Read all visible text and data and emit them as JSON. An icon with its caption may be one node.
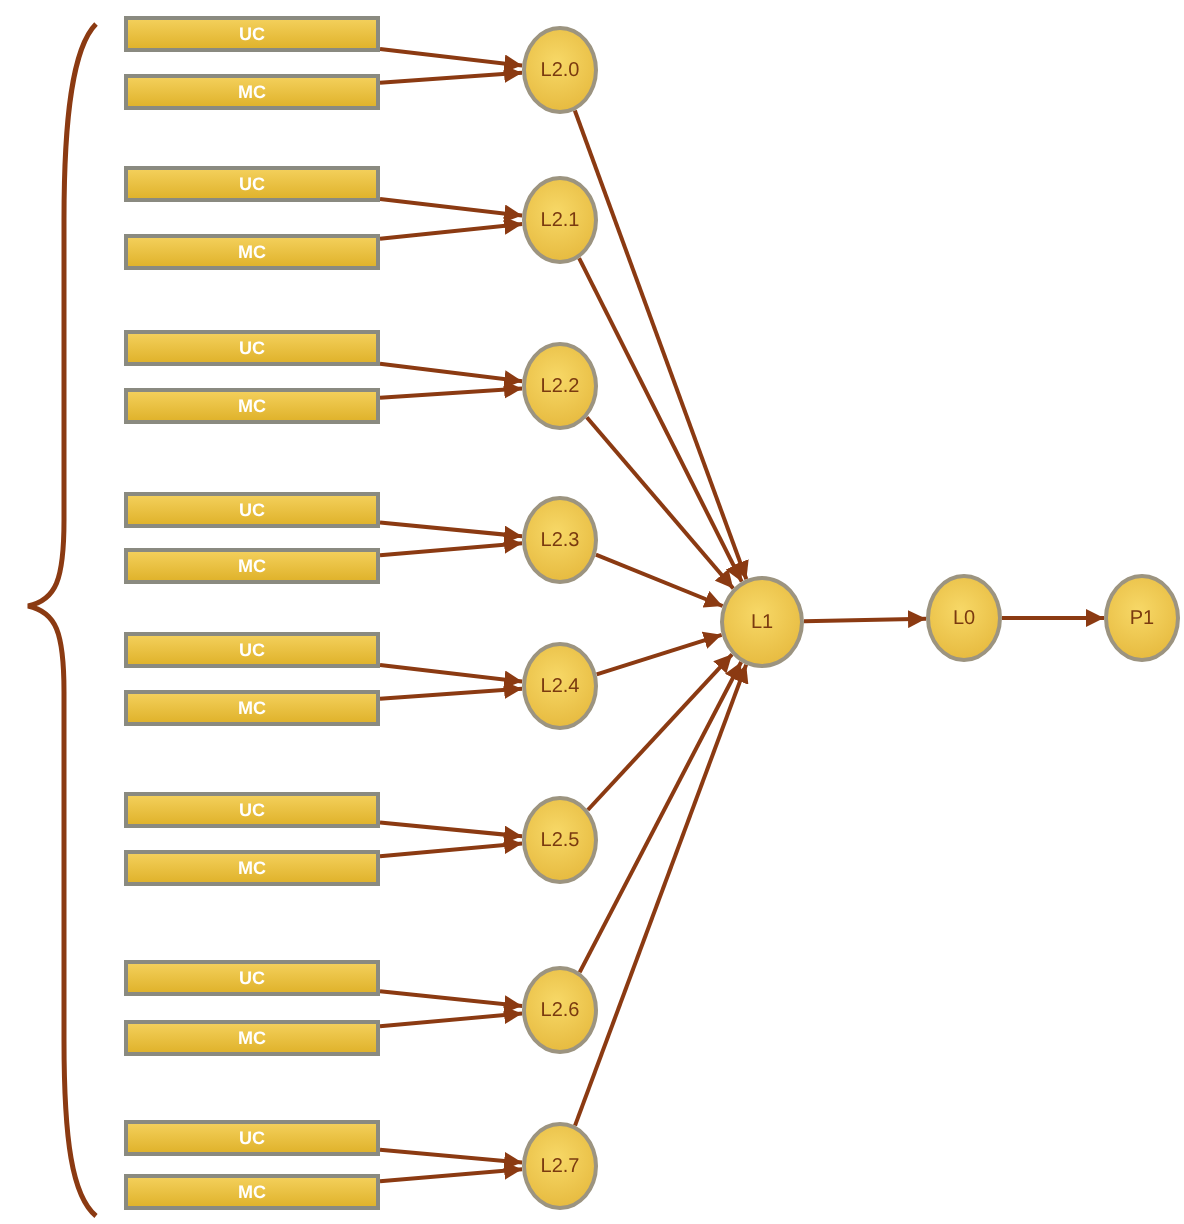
{
  "diagram": {
    "nodes": [
      {
        "text": [
          "UC"
        ]
      },
      {
        "text": [
          "MC"
        ]
      },
      {
        "text": [
          "L2.0"
        ]
      },
      {
        "text": [
          "UC"
        ]
      },
      {
        "text": [
          "MC"
        ]
      },
      {
        "text": [
          "L2.1"
        ]
      },
      {
        "text": [
          "UC"
        ]
      },
      {
        "text": [
          "MC"
        ]
      },
      {
        "text": [
          "L2.2"
        ]
      },
      {
        "text": [
          "UC"
        ]
      },
      {
        "text": [
          "MC"
        ]
      },
      {
        "text": [
          "L2.3"
        ]
      },
      {
        "text": [
          "UC"
        ]
      },
      {
        "text": [
          "MC"
        ]
      },
      {
        "text": [
          "L2.4"
        ]
      },
      {
        "text": [
          "UC"
        ]
      },
      {
        "text": [
          "MC"
        ]
      },
      {
        "text": [
          "L2.5"
        ]
      },
      {
        "text": [
          "UC"
        ]
      },
      {
        "text": [
          "MC"
        ]
      },
      {
        "text": [
          "L2.6"
        ]
      },
      {
        "text": [
          "UC"
        ]
      },
      {
        "text": [
          "MC"
        ]
      },
      {
        "text": [
          "L2.7"
        ]
      },
      {
        "text": [
          "L1"
        ]
      },
      {
        "text": [
          "L0"
        ]
      },
      {
        "text": [
          "P1"
        ]
      }
    ],
    "edges": [
      {
        "from": 0,
        "to": 2,
        "arrow": "to"
      },
      {
        "from": 1,
        "to": 2,
        "arrow": "to"
      },
      {
        "from": 2,
        "to": 24,
        "arrow": "to"
      },
      {
        "from": 3,
        "to": 5,
        "arrow": "to"
      },
      {
        "from": 4,
        "to": 5,
        "arrow": "to"
      },
      {
        "from": 5,
        "to": 24,
        "arrow": "to"
      },
      {
        "from": 6,
        "to": 8,
        "arrow": "to"
      },
      {
        "from": 7,
        "to": 8,
        "arrow": "to"
      },
      {
        "from": 8,
        "to": 24,
        "arrow": "to"
      },
      {
        "from": 9,
        "to": 11,
        "arrow": "to"
      },
      {
        "from": 10,
        "to": 11,
        "arrow": "to"
      },
      {
        "from": 11,
        "to": 24,
        "arrow": "to"
      },
      {
        "from": 12,
        "to": 14,
        "arrow": "to"
      },
      {
        "from": 13,
        "to": 14,
        "arrow": "to"
      },
      {
        "from": 14,
        "to": 24,
        "arrow": "to"
      },
      {
        "from": 15,
        "to": 17,
        "arrow": "to"
      },
      {
        "from": 16,
        "to": 17,
        "arrow": "to"
      },
      {
        "from": 17,
        "to": 24,
        "arrow": "to"
      },
      {
        "from": 18,
        "to": 20,
        "arrow": "to"
      },
      {
        "from": 19,
        "to": 20,
        "arrow": "to"
      },
      {
        "from": 20,
        "to": 24,
        "arrow": "to"
      },
      {
        "from": 21,
        "to": 23,
        "arrow": "to"
      },
      {
        "from": 22,
        "to": 23,
        "arrow": "to"
      },
      {
        "from": 23,
        "to": 24,
        "arrow": "to"
      },
      {
        "from": 24,
        "to": 25,
        "arrow": "to"
      },
      {
        "from": 25,
        "to": 26,
        "arrow": "to"
      }
    ]
  }
}
